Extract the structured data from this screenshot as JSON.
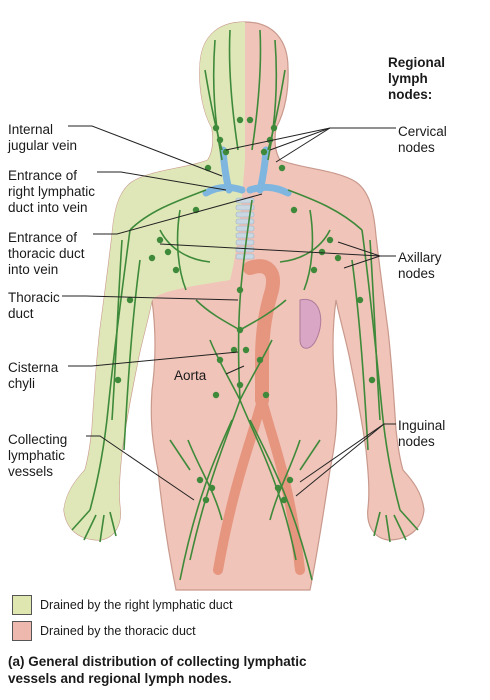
{
  "labels_left": {
    "internal_jugular": "Internal\njugular vein",
    "right_lymphatic_entrance": "Entrance of\nright lymphatic\nduct into vein",
    "thoracic_entrance": "Entrance of\nthoracic duct\ninto vein",
    "thoracic_duct": "Thoracic\nduct",
    "cisterna_chyli": "Cisterna\nchyli",
    "collecting_vessels": "Collecting\nlymphatic\nvessels"
  },
  "labels_right": {
    "regional_title": "Regional\nlymph\nnodes:",
    "cervical": "Cervical\nnodes",
    "axillary": "Axillary\nnodes",
    "inguinal": "Inguinal\nnodes"
  },
  "aorta_label": "Aorta",
  "legend": [
    {
      "text": "Drained by the right lymphatic duct",
      "color": "#dfe6b0"
    },
    {
      "text": "Drained by the thoracic duct",
      "color": "#efb8ae"
    }
  ],
  "caption": "(a) General distribution of collecting lymphatic\n     vessels and regional lymph nodes.",
  "colors": {
    "right_region": "#dfe7b8",
    "thoracic_region": "#f0c4b8",
    "vessel": "#3e8a3a",
    "node": "#3e8a3a",
    "vein": "#7fb6df",
    "aorta": "#e6957f",
    "outline": "#b88a80"
  }
}
